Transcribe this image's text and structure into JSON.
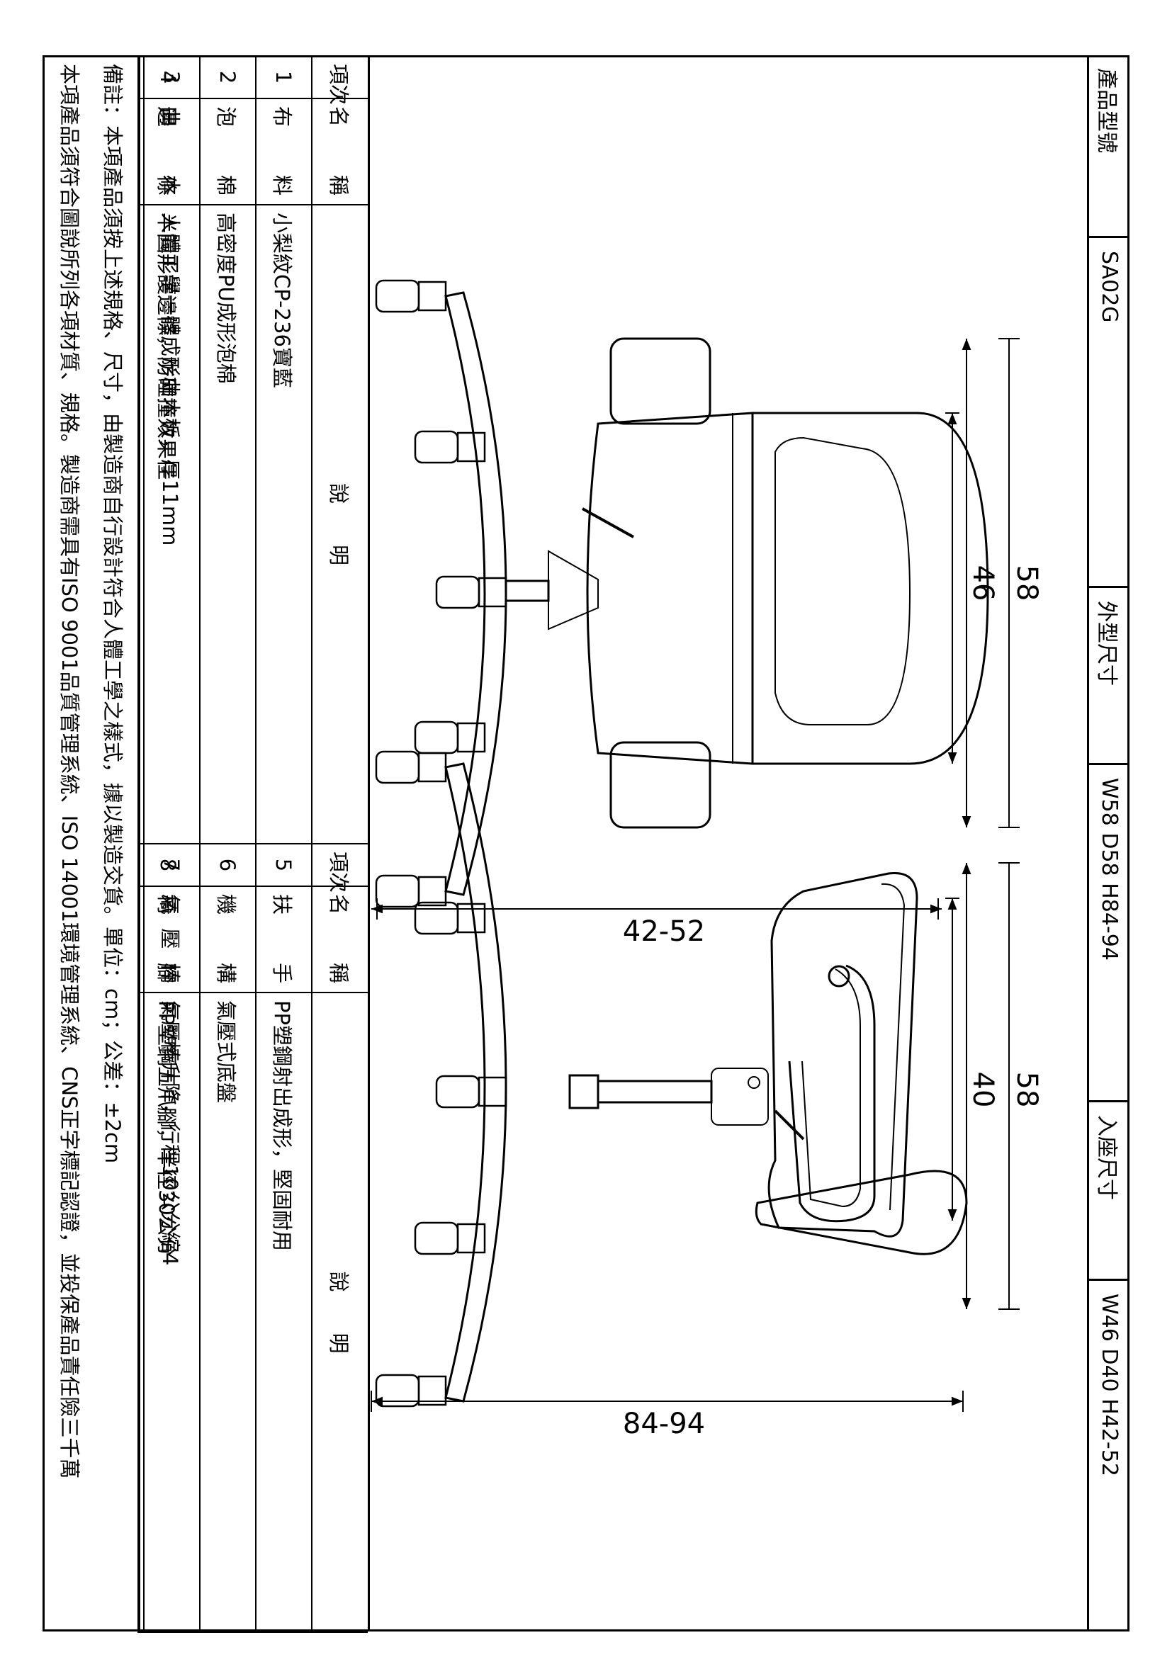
{
  "title_block": {
    "model_label": "產品型號",
    "model_value": "SA02G",
    "outer_size_label": "外型尺寸",
    "outer_size_value": "W58 D58 H84-94",
    "seat_size_label": "入座尺寸",
    "seat_size_value": "W46 D40 H42-52"
  },
  "drawing": {
    "top_view": {
      "dims": {
        "outer_width": "58",
        "inner_width": "46",
        "height_range": "42-52"
      }
    },
    "side_view": {
      "dims": {
        "outer_depth": "58",
        "seat_depth": "40",
        "height_range": "84-94"
      }
    }
  },
  "table": {
    "headers": {
      "no": "項次",
      "name": "名　稱",
      "desc": "說　　明"
    },
    "left_rows": [
      {
        "no": "1",
        "name": "布料",
        "desc": "小梨紋CP-236寶藍"
      },
      {
        "no": "2",
        "name": "泡棉",
        "desc": "高密度PU成形泡棉"
      },
      {
        "no": "3",
        "name": "曲木",
        "desc": "人體工學一體成形曲木板，厚11mm"
      },
      {
        "no": "4",
        "name": "邊條",
        "desc": "半圓形護邊條，防碰撞效果佳"
      }
    ],
    "right_rows": [
      {
        "no": "5",
        "name": "扶手",
        "desc": "PP塑鋼射出成形，堅固耐用"
      },
      {
        "no": "6",
        "name": "機構",
        "desc": "氣壓式底盤"
      },
      {
        "no": "7",
        "name": "氣壓棒",
        "desc": "氣壓棒升降，行程10公分縮4"
      },
      {
        "no": "8",
        "name": "椅腳",
        "desc": "PP塑鋼五爪腳，半徑30公分"
      }
    ]
  },
  "notes": {
    "line1": "備註：本項產品須按上述規格、尺寸，由製造商自行設計符合人體工學之樣式，據以製造交貨。單位：cm；公差：±2cm",
    "line2": "本項產品須符合圖說所列各項材質、規格。製造商需具有ISO 9001品質管理系統、ISO 14001環境管理系統、CNS正字標記認證，並投保產品責任險三千萬"
  }
}
